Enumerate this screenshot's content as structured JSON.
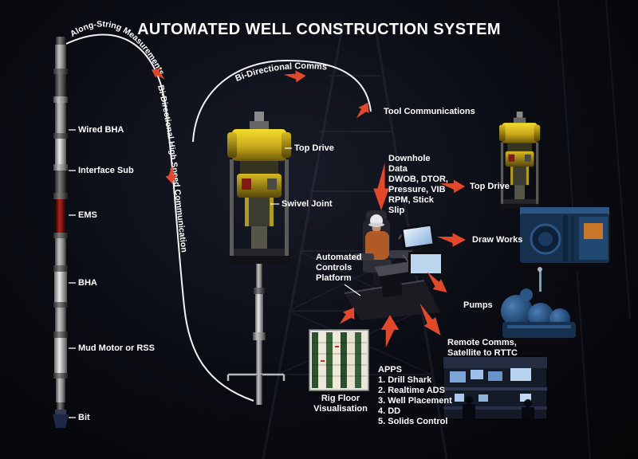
{
  "title": "AUTOMATED WELL CONSTRUCTION SYSTEM",
  "colors": {
    "background": "#0a0c14",
    "arrow": "#e2492b",
    "text": "#ffffff"
  },
  "drill_string": {
    "labels": [
      "Wired BHA",
      "Interface Sub",
      "EMS",
      "BHA",
      "Mud Motor or RSS",
      "Bit"
    ]
  },
  "comms": {
    "along_string": "Along-String Measurements",
    "bi_directional_high_speed": "Bi-Directional High Speed Communication",
    "bi_directional_comms": "Bi-Directional Comms",
    "tool_communications": "Tool Communications"
  },
  "rig": {
    "top_drive_label": "Top Drive",
    "swivel_joint_label": "Swivel Joint"
  },
  "console": {
    "platform_label": "Automated\nControls\nPlatform",
    "downhole_data": "Downhole\nData\nDWOB, DTOR,\nPressure, VIB\nRPM, Stick\nSlip"
  },
  "equipment": {
    "top_drive_label": "Top Drive",
    "draw_works_label": "Draw Works",
    "pumps_label": "Pumps",
    "remote_comms_label": "Remote Comms,\nSatellite to RTTC"
  },
  "bottom": {
    "rig_floor_visualisation_label": "Rig Floor\nVisualisation",
    "apps_list": "APPS\n1. Drill Shark\n2. Realtime ADS\n3. Well Placement\n4. DD\n5. Solids Control"
  }
}
